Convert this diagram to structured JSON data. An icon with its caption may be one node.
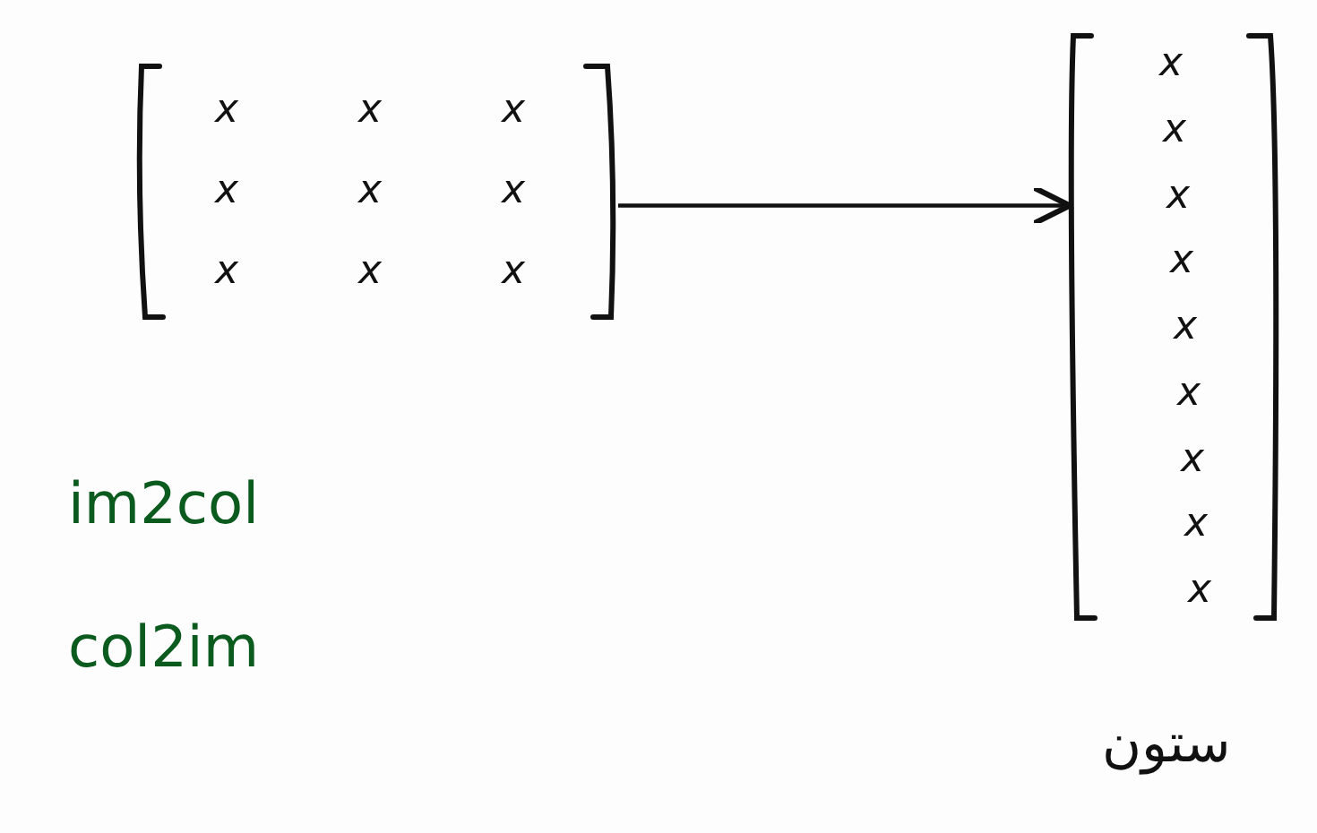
{
  "diagram": {
    "nodes": [
      {
        "text": [
          "x",
          "x",
          "x",
          "x",
          "x",
          "x",
          "x",
          "x",
          "x"
        ]
      },
      {
        "text": [
          "x",
          "x",
          "x",
          "x",
          "x",
          "x",
          "x",
          "x",
          "x"
        ],
        "beside": [
          "ستون"
        ]
      }
    ],
    "edges": [
      {
        "from": 0,
        "to": 1,
        "arrow": "to"
      }
    ],
    "labels": [
      "im2col",
      "col2im"
    ]
  }
}
